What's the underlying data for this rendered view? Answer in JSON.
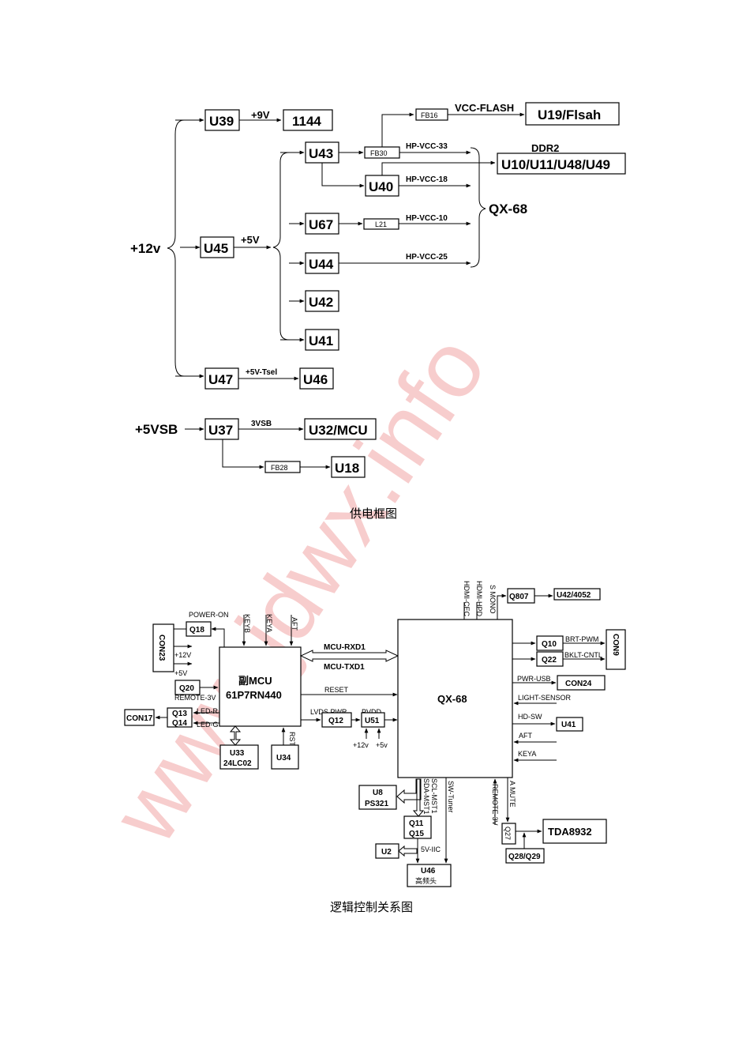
{
  "watermark": "www.jdwx.info",
  "power": {
    "caption": "供电框图",
    "inputs": {
      "v12": "+12v",
      "v5sb": "+5VSB"
    },
    "boxes": {
      "u39": "U39",
      "b1144": "1144",
      "u45": "U45",
      "u47": "U47",
      "u46": "U46",
      "u43": "U43",
      "u40": "U40",
      "u67": "U67",
      "u44": "U44",
      "u42": "U42",
      "u41": "U41",
      "fb16": "FB16",
      "fb30": "FB30",
      "l21": "L21",
      "u19": "U19/Flsah",
      "ddr": "U10/U11/U48/U49",
      "u37": "U37",
      "u32": "U32/MCU",
      "fb28": "FB28",
      "u18": "U18"
    },
    "labels": {
      "p9v": "+9V",
      "p5v": "+5V",
      "tsel": "+5V-Tsel",
      "vccflash": "VCC-FLASH",
      "hp33": "HP-VCC-33",
      "hp18": "HP-VCC-18",
      "hp10": "HP-VCC-10",
      "hp25": "HP-VCC-25",
      "ddr2": "DDR2",
      "qx68": "QX-68",
      "v3sb": "3VSB"
    }
  },
  "logic": {
    "caption": "逻辑控制关系图",
    "mcu_title": "副MCU",
    "mcu_part": "61P7RN440",
    "qx68": "QX-68",
    "boxes": {
      "q18": "Q18",
      "con23": "CON23",
      "q20": "Q20",
      "con17": "CON17",
      "q13": "Q13",
      "q14": "Q14",
      "u33a": "U33",
      "u33b": "24LC02",
      "u34": "U34",
      "q12": "Q12",
      "u51": "U51",
      "q807": "Q807",
      "u42": "U42/4052",
      "q10": "Q10",
      "q22": "Q22",
      "con9": "CON9",
      "con24": "CON24",
      "u41": "U41",
      "u8a": "U8",
      "u8b": "PS321",
      "q11": "Q11",
      "q15": "Q15",
      "u2": "U2",
      "u46a": "U46",
      "u46b": "高频头",
      "q27": "Q27",
      "q2829": "Q28/Q29",
      "tda": "TDA8932"
    },
    "labels": {
      "poweron": "POWER-ON",
      "keyb": "KEYB",
      "keya": "KEYA",
      "aft": "AFT",
      "p12v": "+12V",
      "p5v": "+5V",
      "remote3v": "REMOTE-3V",
      "ledr": "LED-R",
      "ledg": "LED-G",
      "rxd": "MCU-RXD1",
      "txd": "MCU-TXD1",
      "reset": "RESET",
      "lvds": "LVDS PWR",
      "pvdd": "PVDD",
      "rst": "RST",
      "v12": "+12v",
      "v5": "+5v",
      "hdmicec": "HDMI-CEC",
      "hdmihpd": "HDMI-HPD",
      "smono": "S MONO",
      "brt": "BRT-PWM",
      "bklt": "BKLT-CNTL",
      "pwrusb": "PWR-USB",
      "light": "LIGHT-SENSOR",
      "hdsw": "HD-SW",
      "aft2": "AFT",
      "keya2": "KEYA",
      "sclmst": "SCL-MST1",
      "sdamst": "SDA-MST1",
      "swtuner": "SW-Tuner",
      "remote3v2": "REMOTE-3V",
      "amute": "A MUTE",
      "iic5v": "5V-IIC"
    }
  }
}
